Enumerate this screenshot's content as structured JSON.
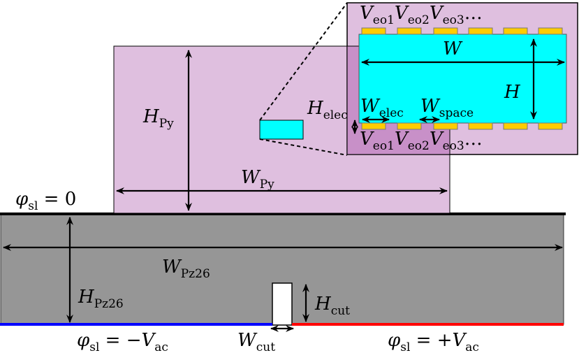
{
  "colors": {
    "pyramid": "#dfbfdf",
    "overlap": "#c890c8",
    "substrate": "#969696",
    "waveguide": "#00ffff",
    "electrode": "#ffcc00",
    "negative": "#0000ff",
    "positive": "#ff0000"
  },
  "labels": {
    "h_py": {
      "m": "H",
      "s": "Py"
    },
    "w_py": {
      "m": "W",
      "s": "Py"
    },
    "h_elec": {
      "m": "H",
      "s": "elec"
    },
    "phi_top": {
      "m": "φ",
      "s": "sl",
      "rest": " = 0"
    },
    "w_pz26": {
      "m": "W",
      "s": "Pz26"
    },
    "h_pz26": {
      "m": "H",
      "s": "Pz26"
    },
    "h_cut": {
      "m": "H",
      "s": "cut"
    },
    "w_cut": {
      "m": "W",
      "s": "cut"
    },
    "phi_neg": {
      "m": "φ",
      "s": "sl",
      "rest": " = −",
      "m2": "V",
      "s2": "ac"
    },
    "phi_pos": {
      "m": "φ",
      "s": "sl",
      "rest": " = +",
      "m2": "V",
      "s2": "ac"
    },
    "w": "W",
    "h": "H",
    "w_elec": {
      "m": "W",
      "s": "elec"
    },
    "w_space": {
      "m": "W",
      "s": "space"
    },
    "veo_top": [
      {
        "m": "V",
        "s": "eo1"
      },
      {
        "m": "V",
        "s": "eo2"
      },
      {
        "m": "V",
        "s": "eo3"
      }
    ],
    "veo_bottom": [
      {
        "m": "V",
        "s": "eo1"
      },
      {
        "m": "V",
        "s": "eo2"
      },
      {
        "m": "V",
        "s": "eo3"
      }
    ],
    "ellipsis": "…"
  }
}
